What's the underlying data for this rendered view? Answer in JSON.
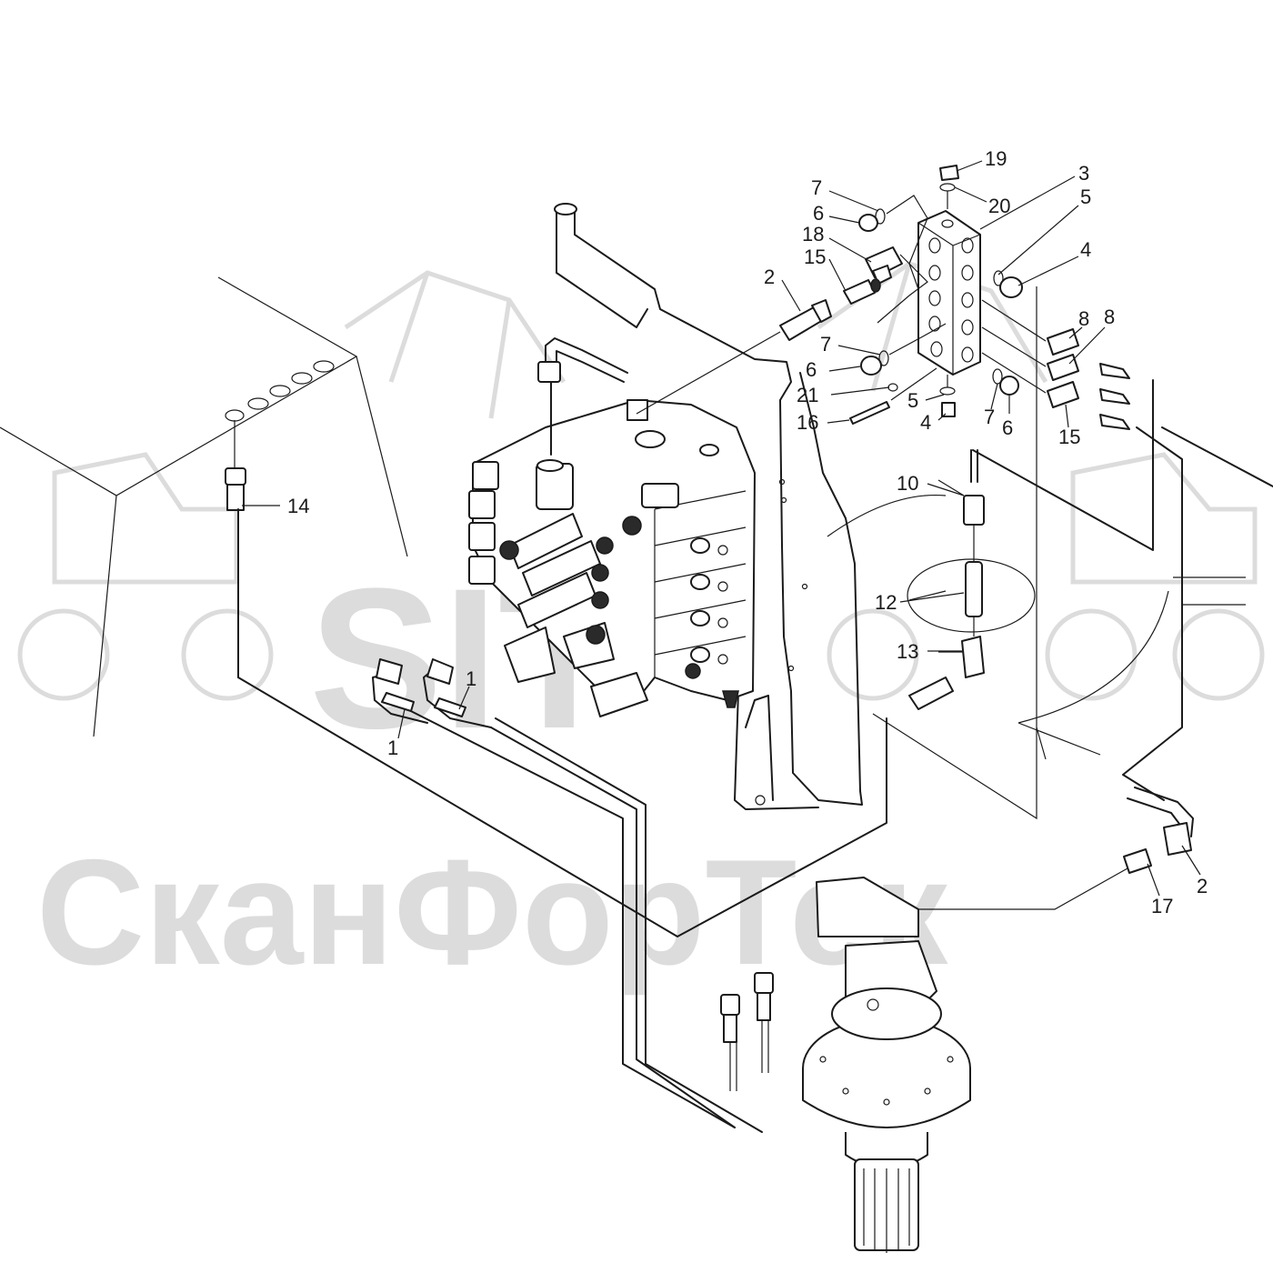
{
  "watermark": {
    "logo_text": "SIT",
    "brand_text": "СканФорТек"
  },
  "callouts": [
    {
      "id": "c19a",
      "label": "19"
    },
    {
      "id": "c3",
      "label": "3"
    },
    {
      "id": "c20",
      "label": "20"
    },
    {
      "id": "c5a",
      "label": "5"
    },
    {
      "id": "c7a",
      "label": "7"
    },
    {
      "id": "c6a",
      "label": "6"
    },
    {
      "id": "c18",
      "label": "18"
    },
    {
      "id": "c4a",
      "label": "4"
    },
    {
      "id": "c15a",
      "label": "15"
    },
    {
      "id": "c2a",
      "label": "2"
    },
    {
      "id": "c8a",
      "label": "8"
    },
    {
      "id": "c8b",
      "label": "8"
    },
    {
      "id": "c7b",
      "label": "7"
    },
    {
      "id": "c6b",
      "label": "6"
    },
    {
      "id": "c21",
      "label": "21"
    },
    {
      "id": "c5b",
      "label": "5"
    },
    {
      "id": "c7c",
      "label": "7"
    },
    {
      "id": "c16",
      "label": "16"
    },
    {
      "id": "c4b",
      "label": "4"
    },
    {
      "id": "c6c",
      "label": "6"
    },
    {
      "id": "c15b",
      "label": "15"
    },
    {
      "id": "c14",
      "label": "14"
    },
    {
      "id": "c10",
      "label": "10"
    },
    {
      "id": "c12",
      "label": "12"
    },
    {
      "id": "c13",
      "label": "13"
    },
    {
      "id": "c1a",
      "label": "1"
    },
    {
      "id": "c1b",
      "label": "1"
    },
    {
      "id": "c2b",
      "label": "2"
    },
    {
      "id": "c17",
      "label": "17"
    }
  ]
}
